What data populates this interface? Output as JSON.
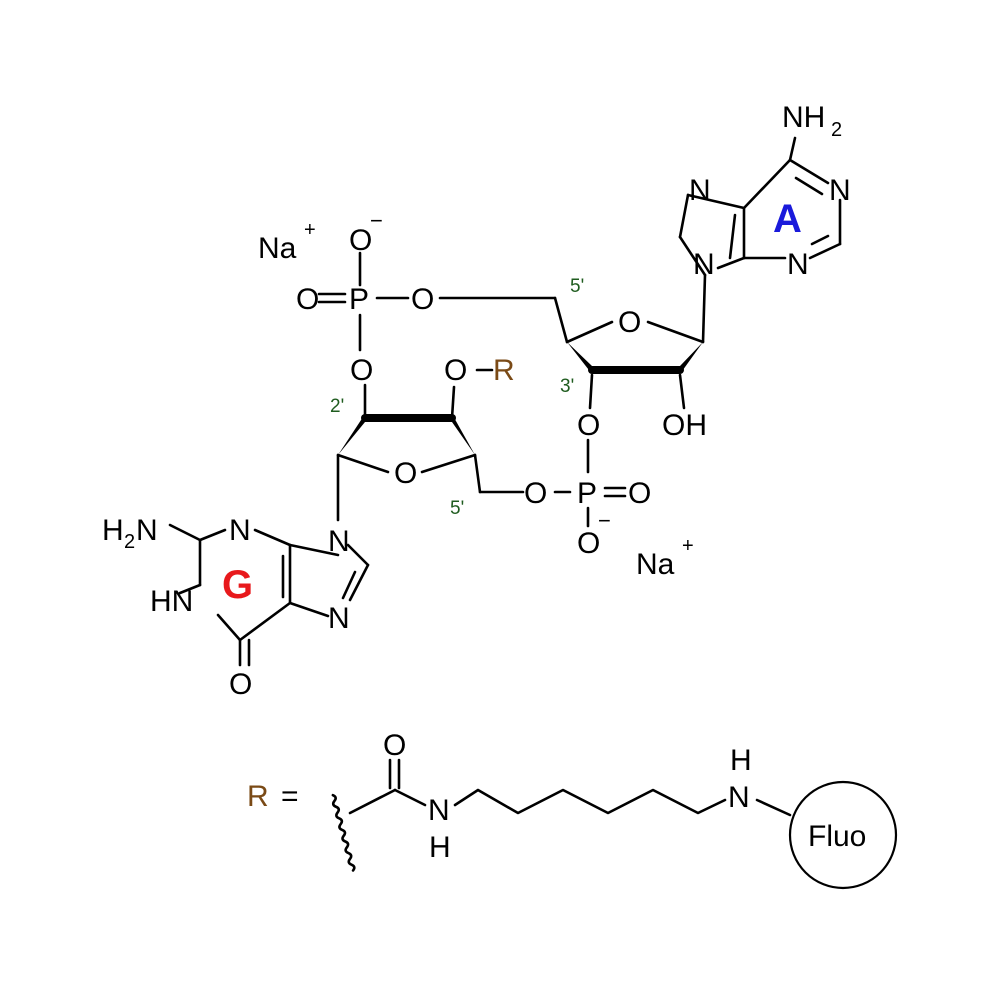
{
  "atoms": {
    "na_top": "Na",
    "na_top_charge": "+",
    "na_bottom": "Na",
    "na_bottom_charge": "+",
    "o_minus_top": "O",
    "o_minus_top_charge": "−",
    "o_double_top": "O",
    "p_top": "P",
    "o_ester_top": "O",
    "o_link_top": "O",
    "o_r": "O",
    "r_sub": "R",
    "o_ring_g": "O",
    "o_ring_a": "O",
    "oh": "OH",
    "o_link_3": "O",
    "o_ester_bottom": "O",
    "p_bottom": "P",
    "o_double_bottom": "O",
    "o_minus_bottom": "O",
    "o_minus_bottom_charge": "−",
    "nh2_top_n": "NH",
    "nh2_top_sub": "2",
    "a_n1": "N",
    "a_n3": "N",
    "a_n7": "N",
    "a_n9": "N",
    "g_h2n_h": "H",
    "g_h2n_sub": "2",
    "g_h2n_n": "N",
    "g_n3": "N",
    "g_hn": "HN",
    "g_n9": "N",
    "g_n7": "N",
    "g_o6": "O"
  },
  "positions_labels": {
    "g_5prime": "5'",
    "g_2prime": "2'",
    "a_5prime": "5'",
    "a_3prime": "3'"
  },
  "base_labels": {
    "guanine": "G",
    "adenine": "A"
  },
  "r_definition": {
    "r_label": "R",
    "equals": "=",
    "amide_o": "O",
    "amide_n": "N",
    "amide_h": "H",
    "amine_n": "N",
    "amine_h": "H",
    "fluorophore": "Fluo"
  },
  "colors": {
    "base_g": "#e8191c",
    "base_a": "#1a1adb",
    "r_group": "#7a4a16",
    "position_labels": "#1f5c1f",
    "line": "#000000"
  }
}
